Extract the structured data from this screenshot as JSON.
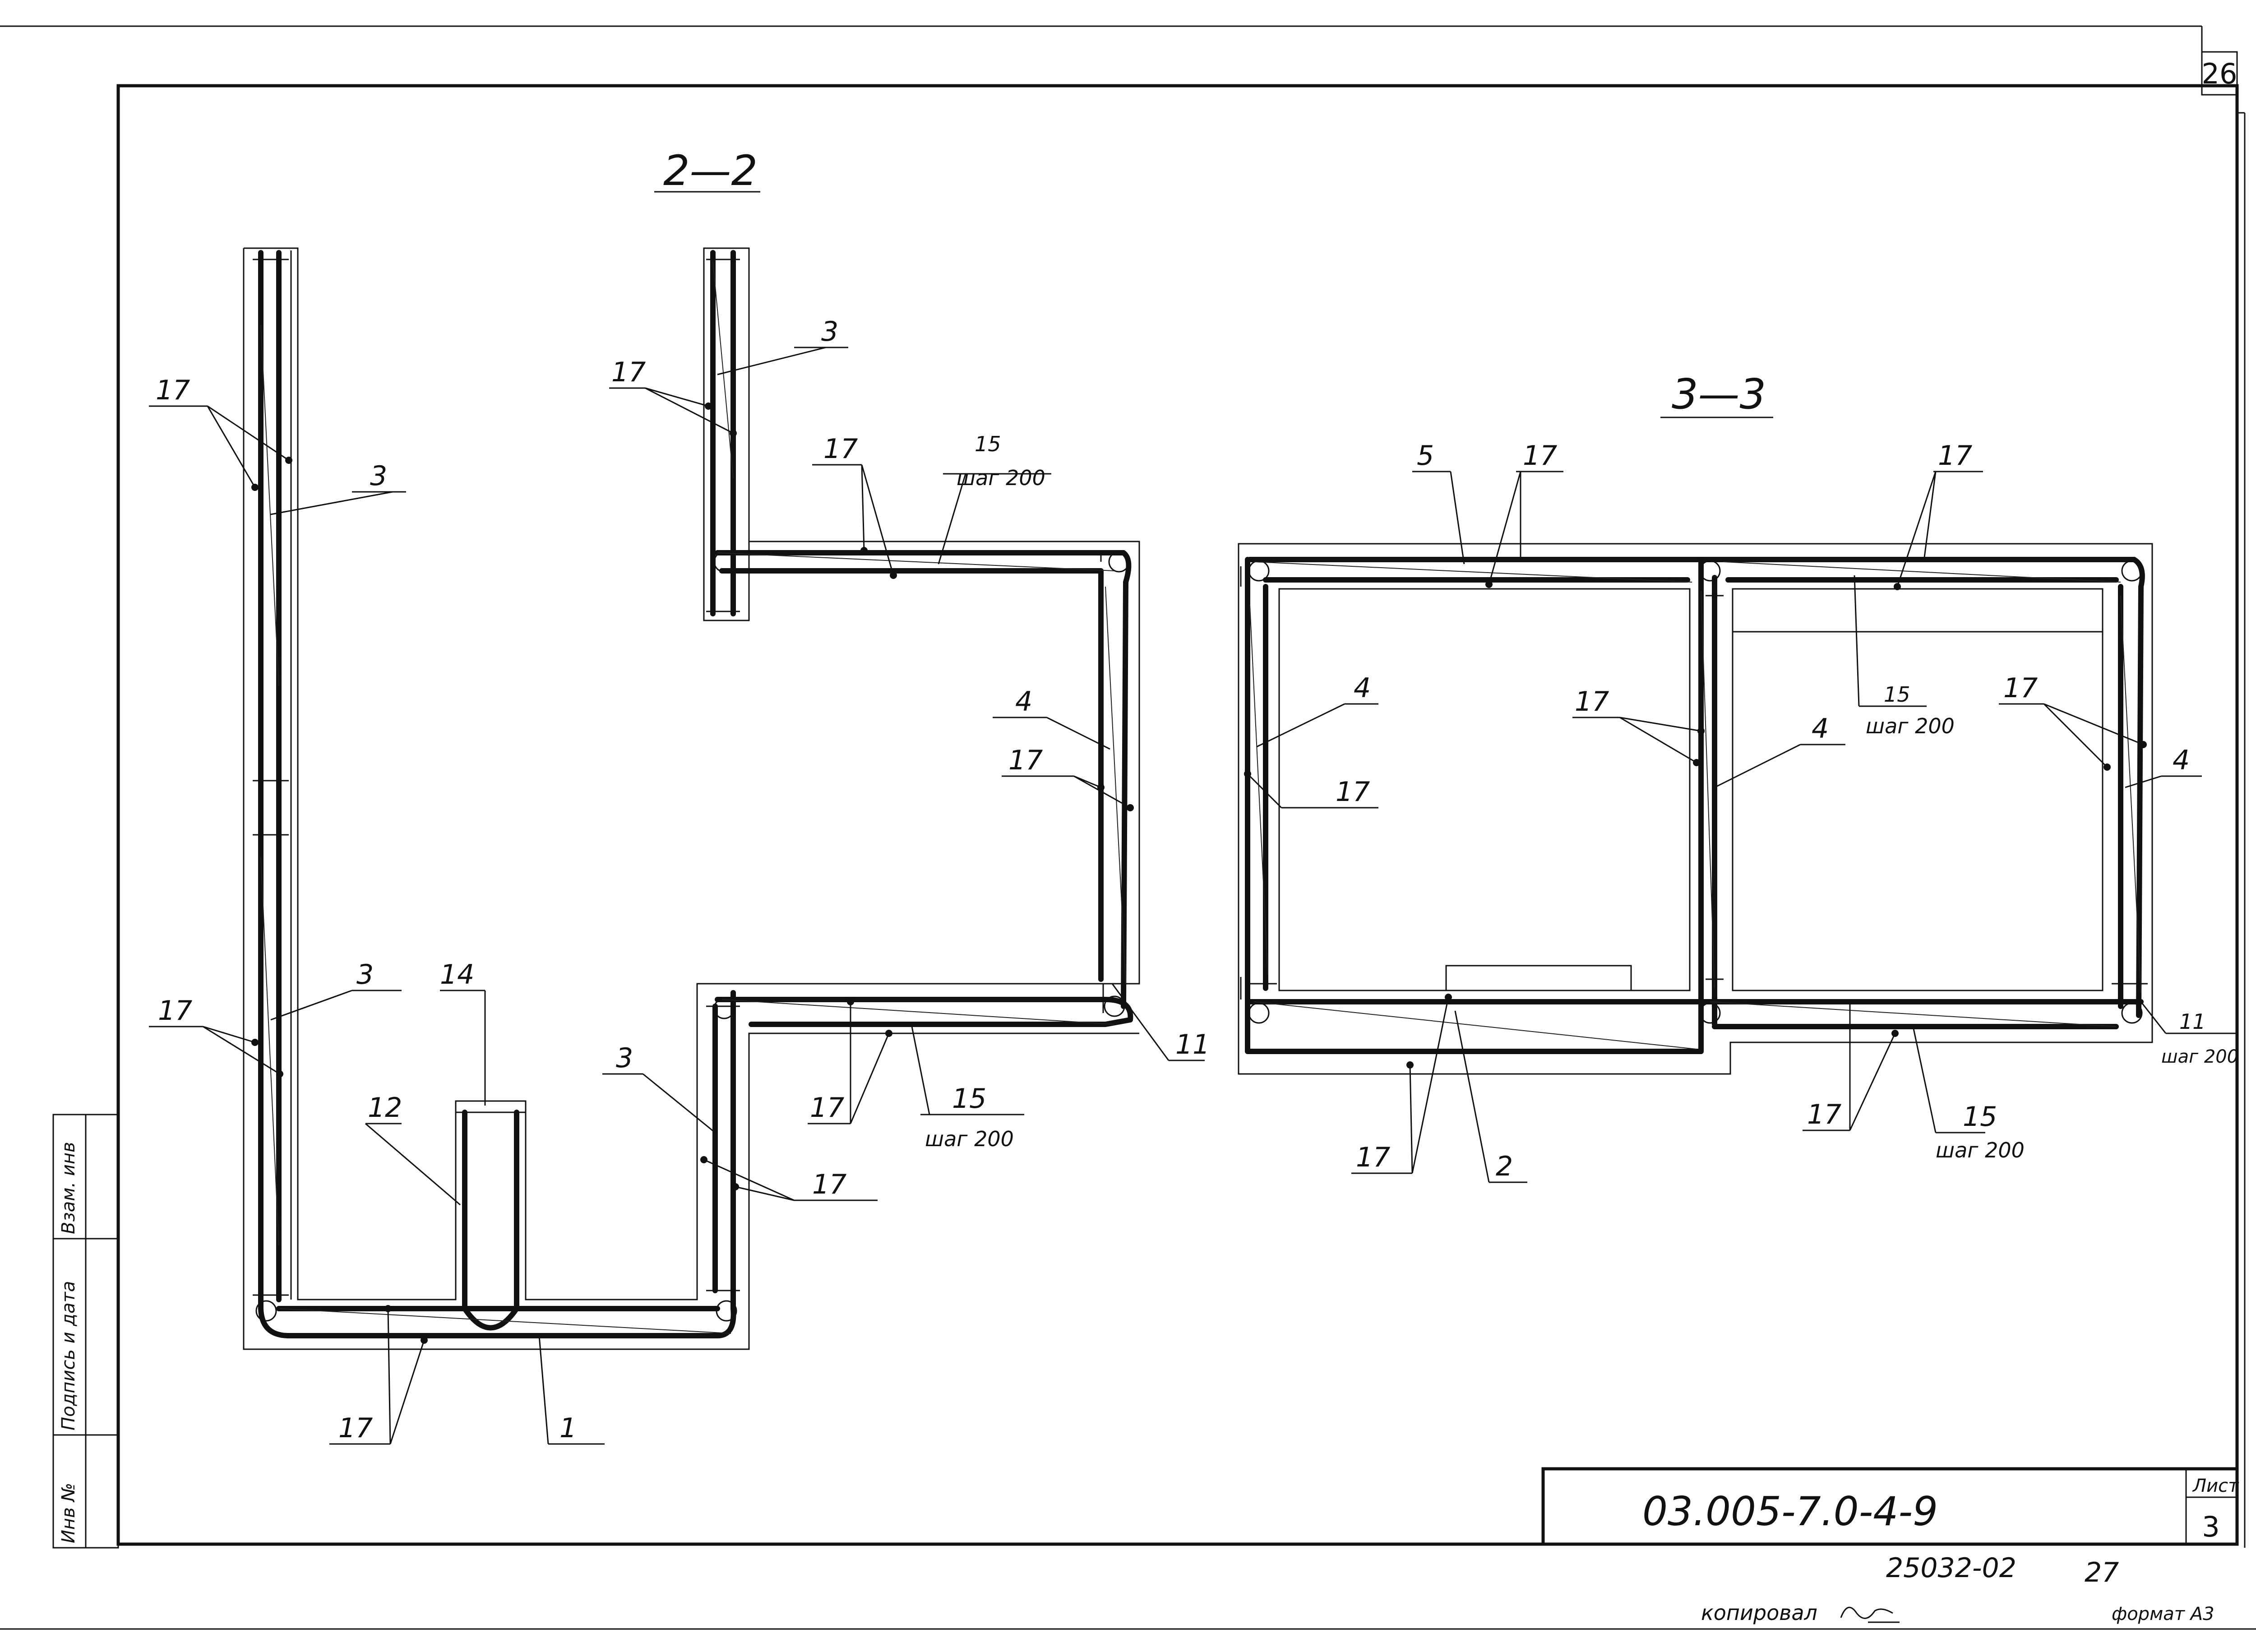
{
  "page_number": "26",
  "sheet_label": "Лист",
  "sheet_number": "3",
  "document_code": "03.005-7.0-4-9",
  "archive_number": "25032-02",
  "archive_page": "27",
  "copied_by": "копировал",
  "format": "формат А3",
  "side_stamp": {
    "inv_no": "Инв №",
    "signature_date": "Подпись и дата",
    "replaces_inv": "Взам. инв"
  },
  "section_2_2": {
    "title": "2—2",
    "labels": {
      "l17_a": "17",
      "l3_a": "3",
      "l17_b": "17",
      "l3_b": "3",
      "l17_c": "17",
      "l15_a": "15",
      "step_a": "шаг 200",
      "l4_a": "4",
      "l17_d": "17",
      "l11_a": "11",
      "l17_e": "17",
      "l3_c": "3",
      "l14": "14",
      "l12": "12",
      "l3_d": "3",
      "l17_f": "17",
      "l17_g": "17",
      "l15_b": "15",
      "step_b": "шаг 200",
      "l17_h": "17",
      "l1": "1"
    }
  },
  "section_3_3": {
    "title": "3—3",
    "labels": {
      "l5": "5",
      "l17_a": "17",
      "l17_b": "17",
      "l4_a": "4",
      "l17_c": "17",
      "l17_d": "17",
      "l4_b": "4",
      "l15_a": "15",
      "step_a": "шаг 200",
      "l17_e": "17",
      "l4_c": "4",
      "l11": "11",
      "step_b": "шаг 200",
      "l17_f": "17",
      "l2": "2",
      "l17_g": "17",
      "l15_b": "15",
      "step_c": "шаг 200"
    }
  }
}
